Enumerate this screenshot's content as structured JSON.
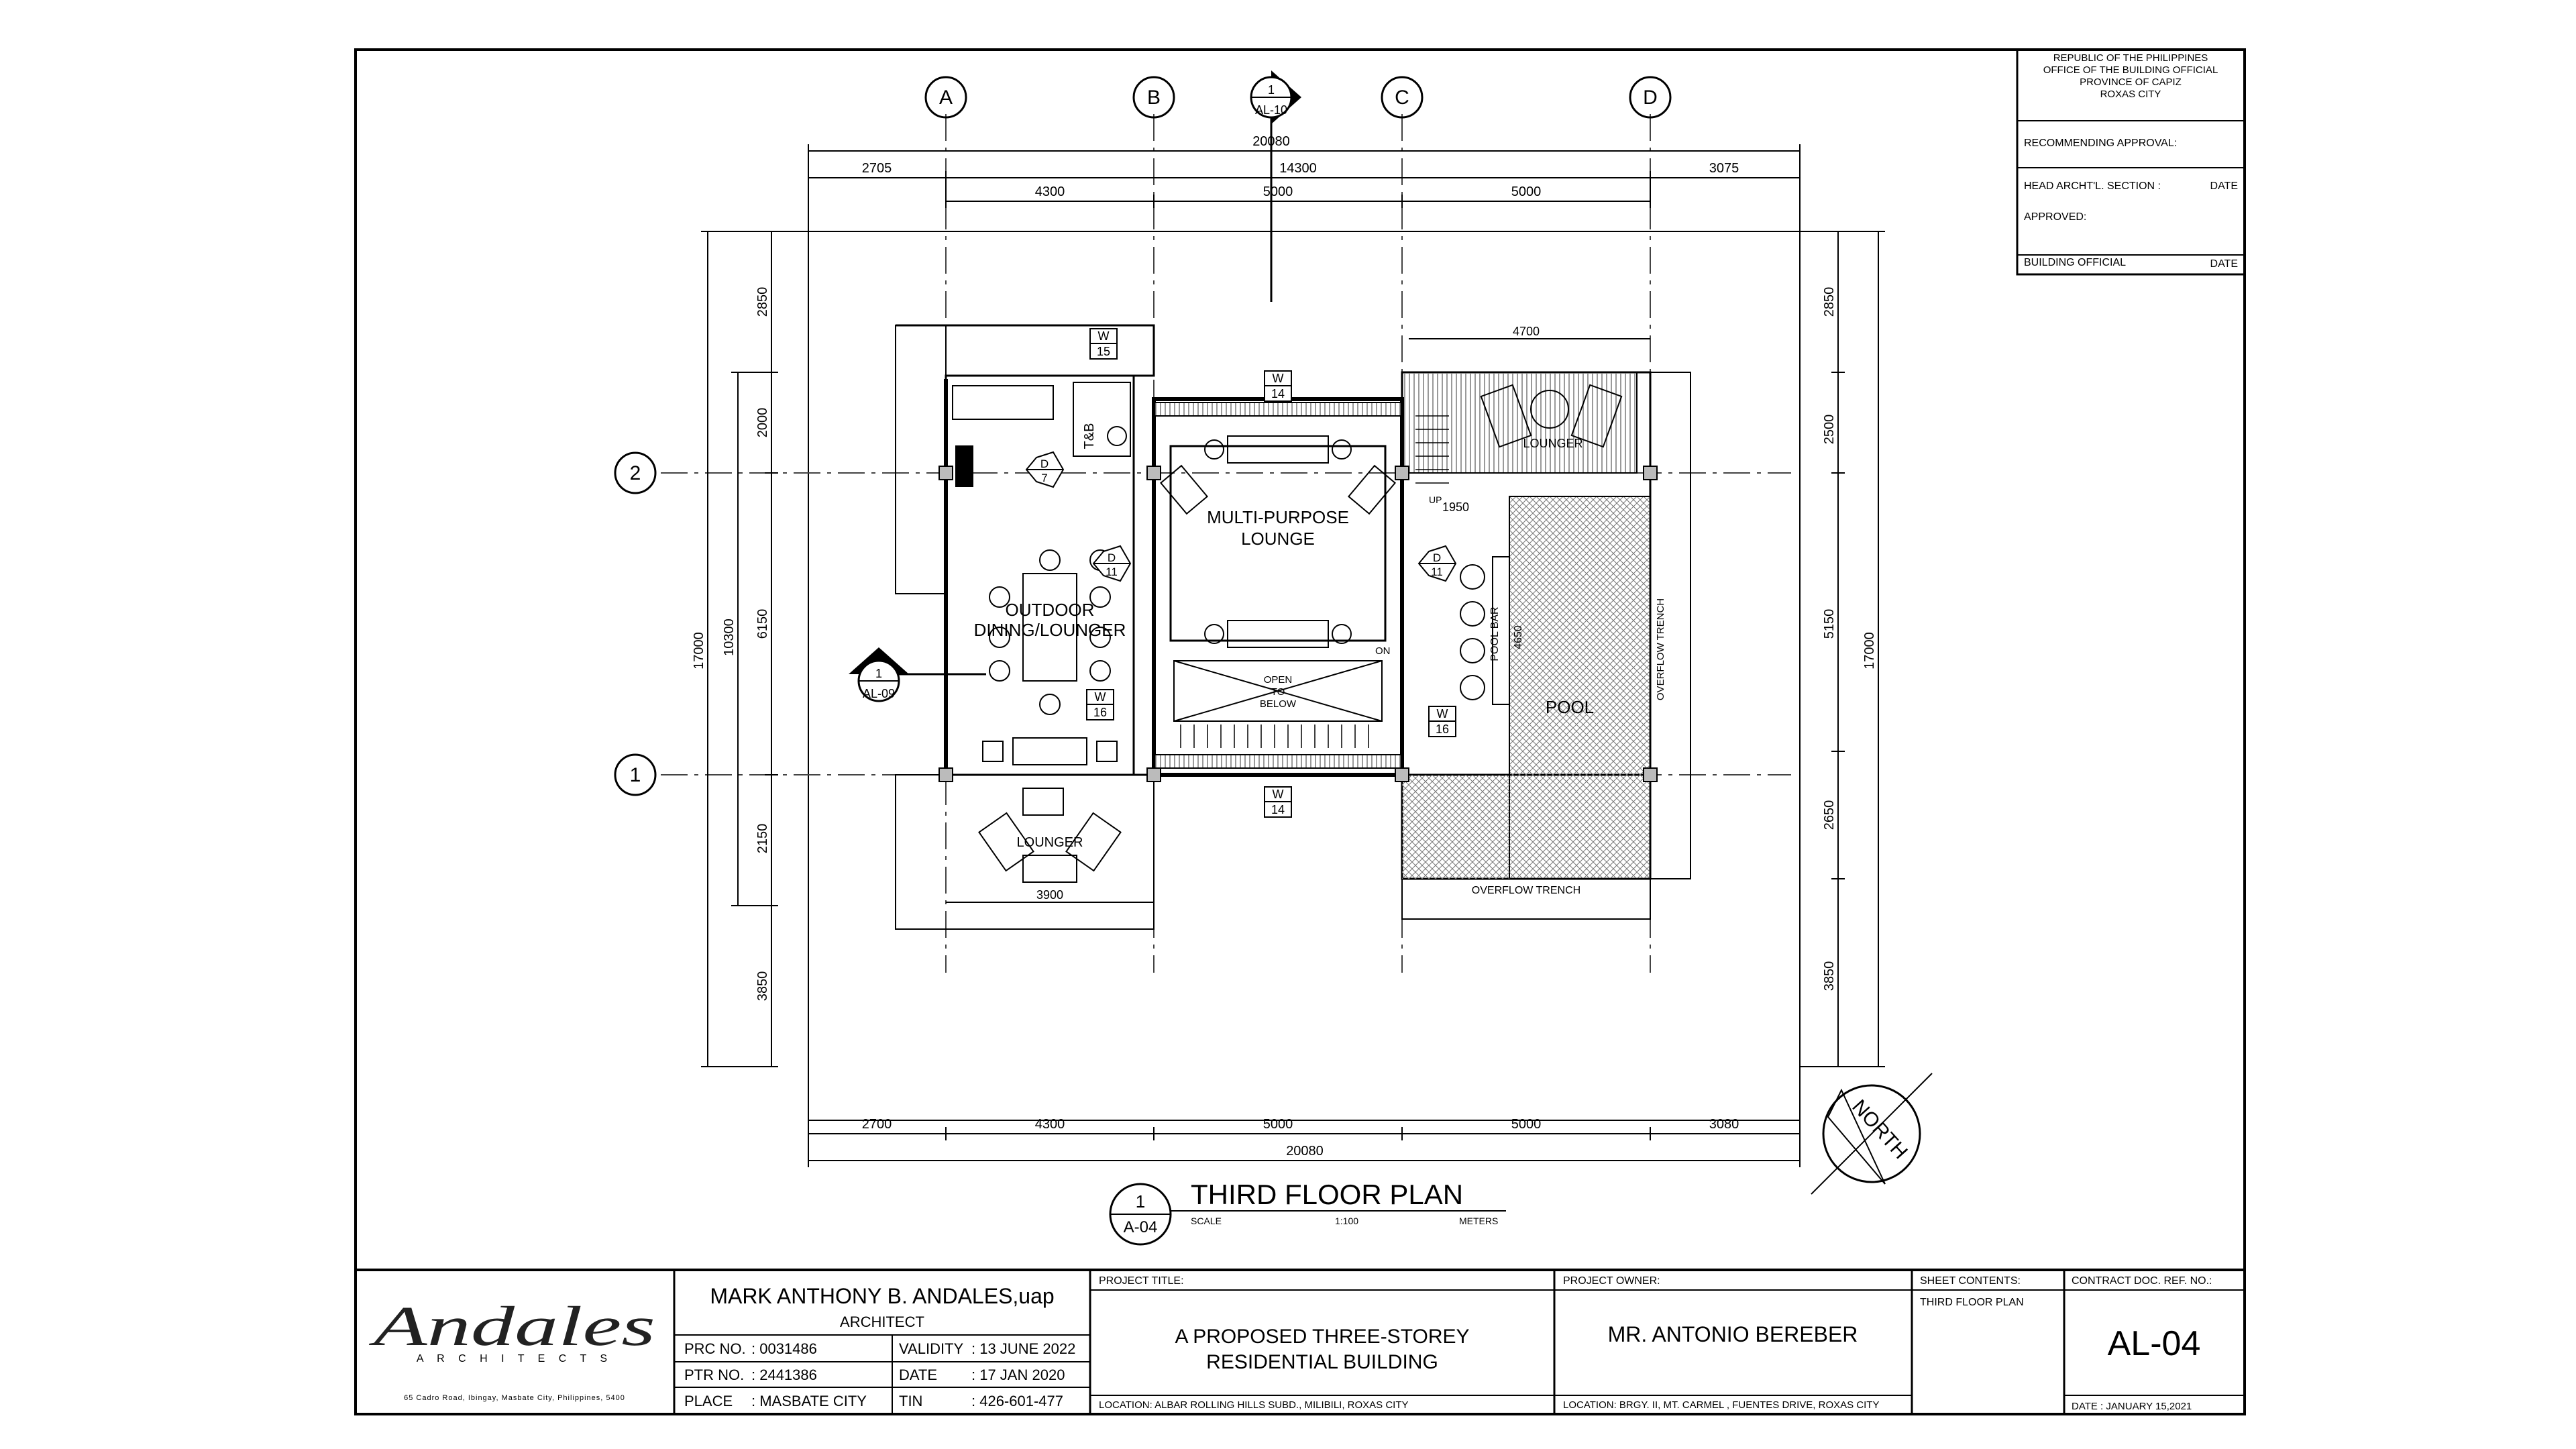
{
  "approval": {
    "agency": [
      "REPUBLIC OF THE PHILIPPINES",
      "OFFICE OF THE BUILDING OFFICIAL",
      "PROVINCE OF CAPIZ",
      "ROXAS CITY"
    ],
    "recommending": "RECOMMENDING APPROVAL:",
    "head": "HEAD ARCHT'L. SECTION :",
    "date": "DATE",
    "approved": "APPROVED:",
    "official": "BUILDING OFFICIAL"
  },
  "grid": {
    "columns": [
      "A",
      "B",
      "C",
      "D"
    ],
    "rows": [
      "2",
      "1"
    ]
  },
  "dims": {
    "top_total": "20080",
    "top_segments": [
      "2705",
      "14300",
      "3075"
    ],
    "top_bays": [
      "4300",
      "5000",
      "5000"
    ],
    "bottom_segments": [
      "2700",
      "4300",
      "5000",
      "5000",
      "3080"
    ],
    "bottom_total": "20080",
    "left_outer": [
      "2850",
      "2000",
      "6150",
      "2150",
      "3850"
    ],
    "left_mid": "10300",
    "left_total": "17000",
    "right_outer": [
      "2850",
      "2500",
      "5150",
      "2650",
      "3850"
    ],
    "right_total": "17000",
    "terrace_width": "4700",
    "lounger_width": "3900",
    "pool_len": "1950",
    "pool_depth": "4650"
  },
  "rooms": {
    "lounge_1": "MULTI-PURPOSE",
    "lounge_2": "LOUNGE",
    "dining_1": "OUTDOOR",
    "dining_2": "DINING/LOUNGER",
    "lounger_bottom": "LOUNGER",
    "lounger_top": "LOUNGER",
    "pool": "POOL",
    "pool_bar": "POOL BAR",
    "tb": "T&B",
    "open_1": "OPEN",
    "open_2": "TO",
    "open_3": "BELOW",
    "overflow_right": "OVERFLOW TRENCH",
    "overflow_bottom": "OVERFLOW TRENCH",
    "on": "ON",
    "up": "UP"
  },
  "tags": {
    "w15": [
      "W",
      "15"
    ],
    "w14_top": [
      "W",
      "14"
    ],
    "w14_bot": [
      "W",
      "14"
    ],
    "w16_left": [
      "W",
      "16"
    ],
    "w16_right": [
      "W",
      "16"
    ],
    "d7": [
      "D",
      "7"
    ],
    "d11_left": [
      "D",
      "11"
    ],
    "d11_right": [
      "D",
      "11"
    ]
  },
  "callouts": {
    "al10": [
      "1",
      "AL-10"
    ],
    "al09": [
      "1",
      "AL-09"
    ]
  },
  "north": "NORTH",
  "plan_title": {
    "num": "1",
    "ref": "A-04",
    "title": "THIRD FLOOR PLAN",
    "scale_label": "SCALE",
    "scale": "1:100",
    "units": "METERS"
  },
  "title_block": {
    "firm_logo": "Andales",
    "firm_sub": "A R C H I T E C T S",
    "firm_address": "65 Cadro Road, Ibingay, Masbate City, Philippines, 5400",
    "architect_name": "MARK ANTHONY B. ANDALES,uap",
    "architect_title": "ARCHITECT",
    "prc_label": "PRC NO.",
    "prc": ": 0031486",
    "validity_label": "VALIDITY",
    "validity": ": 13 JUNE 2022",
    "ptr_label": "PTR NO.",
    "ptr": ": 2441386",
    "date_label": "DATE",
    "date": ": 17 JAN 2020",
    "place_label": "PLACE",
    "place": ": MASBATE CITY",
    "tin_label": "TIN",
    "tin": ": 426-601-477",
    "project_title_label": "PROJECT TITLE:",
    "project_title_1": "A PROPOSED THREE-STOREY",
    "project_title_2": "RESIDENTIAL BUILDING",
    "project_location": "LOCATION: ALBAR ROLLING HILLS SUBD., MILIBILI, ROXAS CITY",
    "owner_label": "PROJECT OWNER:",
    "owner": "MR. ANTONIO BEREBER",
    "owner_location": "LOCATION: BRGY. II, MT. CARMEL , FUENTES DRIVE, ROXAS CITY",
    "sheet_contents_label": "SHEET CONTENTS:",
    "sheet_contents": "THIRD FLOOR PLAN",
    "contract_label": "CONTRACT DOC. REF. NO.:",
    "sheet_no": "AL-04",
    "sheet_date": "DATE : JANUARY 15,2021"
  }
}
